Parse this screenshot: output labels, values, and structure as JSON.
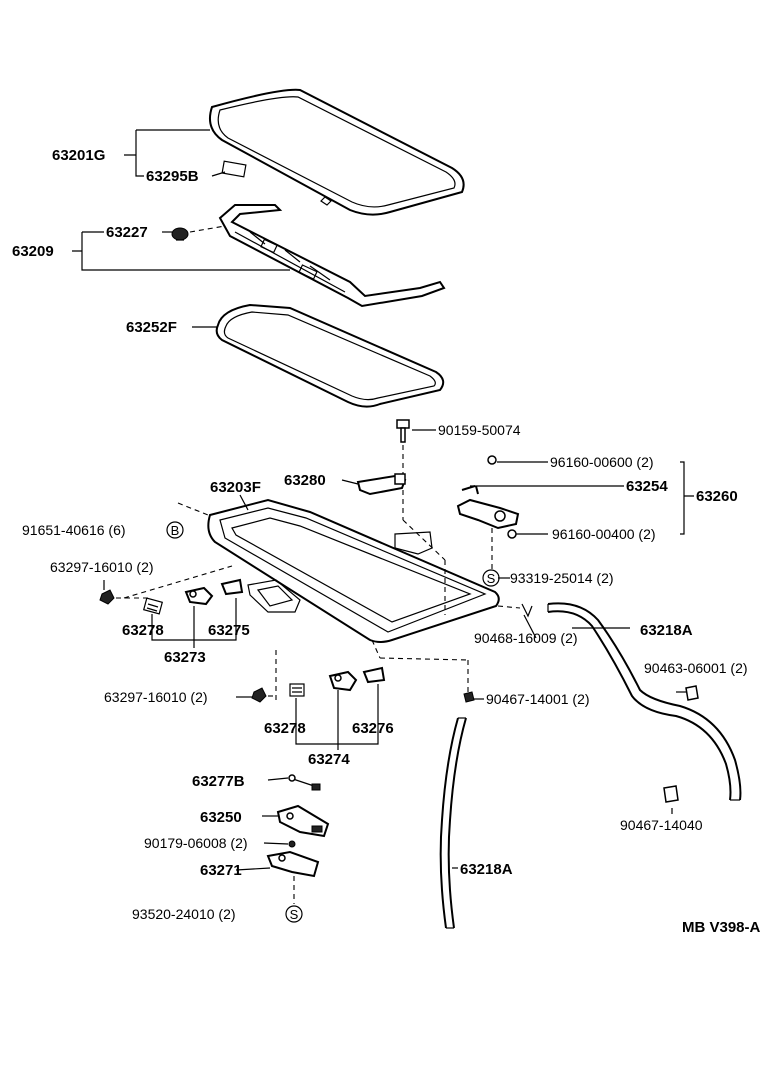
{
  "diagram": {
    "ref_code": "MB V398-A",
    "labels": {
      "p63201G": "63201G",
      "p63295B": "63295B",
      "p63209": "63209",
      "p63227": "63227",
      "p63252F": "63252F",
      "p90159": "90159-50074",
      "p63280": "63280",
      "p63203F": "63203F",
      "p96160_600": "96160-00600 (2)",
      "p63254": "63254",
      "p63260": "63260",
      "p96160_400": "96160-00400 (2)",
      "p91651": "91651-40616 (6)",
      "p93319": "93319-25014 (2)",
      "p63297a": "63297-16010 (2)",
      "p63278a": "63278",
      "p63275": "63275",
      "p63273": "63273",
      "p90468": "90468-16009 (2)",
      "p63218A_1": "63218A",
      "p90463": "90463-06001 (2)",
      "p63297b": "63297-16010 (2)",
      "p90467a": "90467-14001 (2)",
      "p63278b": "63278",
      "p63276": "63276",
      "p63274": "63274",
      "p63277B": "63277B",
      "p63250": "63250",
      "p90179": "90179-06008 (2)",
      "p63271": "63271",
      "p63218A_2": "63218A",
      "p90467b": "90467-14040",
      "p93520": "93520-24010 (2)"
    },
    "symbols": {
      "B": "B",
      "S1": "S",
      "S2": "S"
    }
  }
}
